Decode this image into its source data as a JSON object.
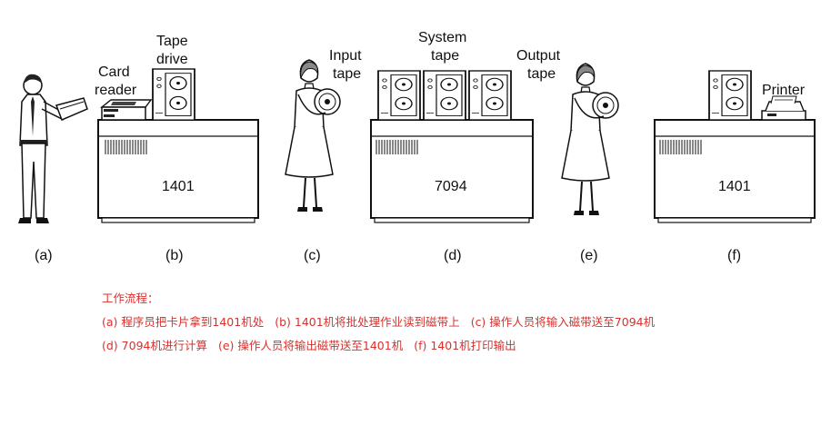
{
  "figure": {
    "labels": {
      "card_reader_1": "Card",
      "card_reader_2": "reader",
      "tape_drive_1": "Tape",
      "tape_drive_2": "drive",
      "input_tape_1": "Input",
      "input_tape_2": "tape",
      "system_tape_1": "System",
      "system_tape_2": "tape",
      "output_tape_1": "Output",
      "output_tape_2": "tape",
      "printer": "Printer"
    },
    "machines": {
      "b": "1401",
      "d": "7094",
      "f": "1401"
    },
    "panels": {
      "a": "(a)",
      "b": "(b)",
      "c": "(c)",
      "d": "(d)",
      "e": "(e)",
      "f": "(f)"
    }
  },
  "caption": {
    "title": "工作流程：",
    "line1": {
      "a": "(a) 程序员把卡片拿到1401机处",
      "b": "(b) 1401机将批处理作业读到磁带上",
      "c": "(c) 操作人员将输入磁带送至7094机"
    },
    "line2": {
      "d": "(d) 7094机进行计算",
      "e": "(e) 操作人员将输出磁带送至1401机",
      "f": "(f) 1401机打印输出"
    },
    "color": "#d9302c"
  }
}
